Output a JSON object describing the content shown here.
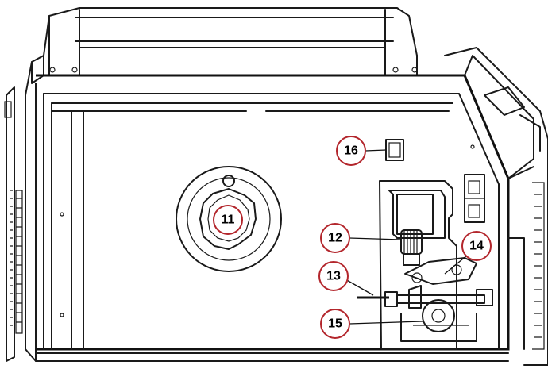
{
  "callouts": [
    {
      "id": "c11",
      "label": "11"
    },
    {
      "id": "c12",
      "label": "12"
    },
    {
      "id": "c13",
      "label": "13"
    },
    {
      "id": "c14",
      "label": "14"
    },
    {
      "id": "c15",
      "label": "15"
    },
    {
      "id": "c16",
      "label": "16"
    }
  ],
  "colors": {
    "line": "#1a1a1a",
    "callout_ring": "#b3262c",
    "background": "#ffffff"
  }
}
